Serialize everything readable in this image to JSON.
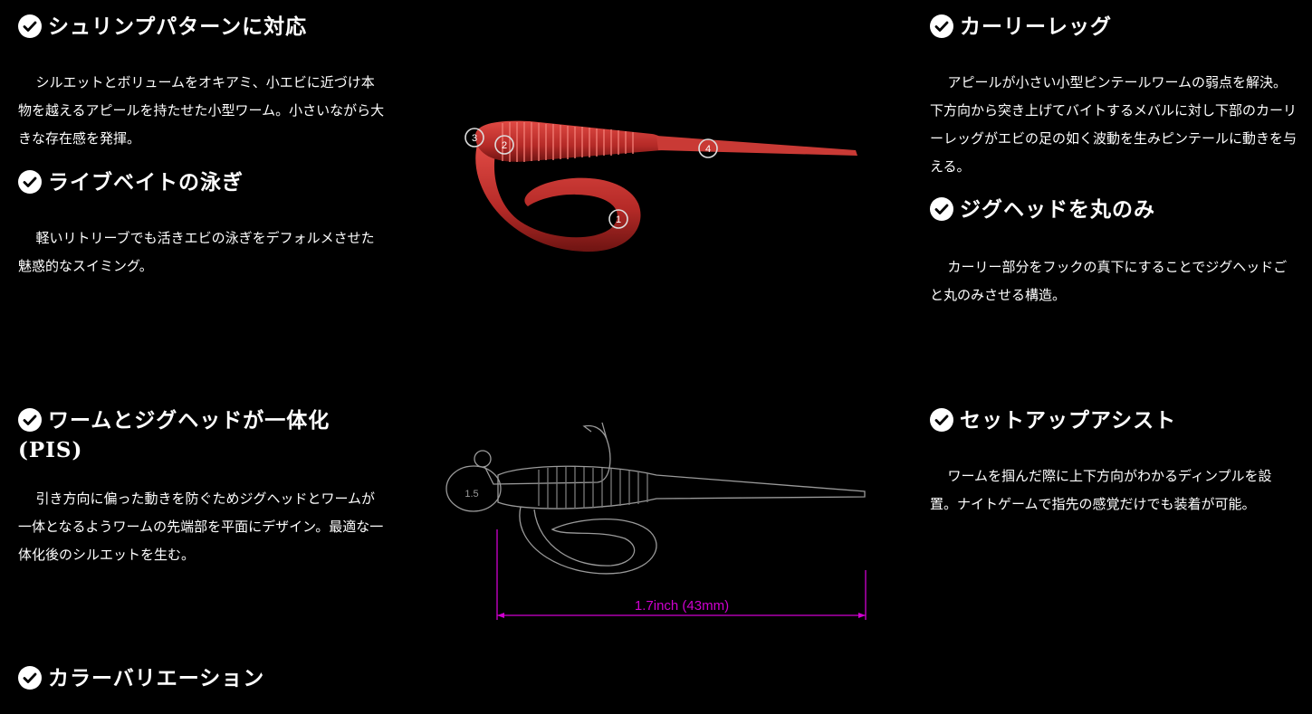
{
  "features": [
    {
      "title": "シュリンプパターンに対応",
      "text": "シルエットとボリュームをオキアミ、小エビに近づけ本物を越えるアピールを持たせた小型ワーム。小さいながら大きな存在感を発揮。"
    },
    {
      "title": "ライブベイトの泳ぎ",
      "text": "軽いリトリーブでも活きエビの泳ぎをデフォルメさせた魅惑的なスイミング。"
    },
    {
      "title": "ワームとジグヘッドが一体化(PIS)",
      "text": "引き方向に偏った動きを防ぐためジグヘッドとワームが一体となるようワームの先端部を平面にデザイン。最適な一体化後のシルエットを生む。"
    },
    {
      "title": "カラーバリエーション",
      "text": ""
    },
    {
      "title": "カーリーレッグ",
      "text": "アピールが小さい小型ピンテールワームの弱点を解決。下方向から突き上げてバイトするメバルに対し下部のカーリーレッグがエビの足の如く波動を生みピンテールに動きを与える。"
    },
    {
      "title": "ジグヘッドを丸のみ",
      "text": "カーリー部分をフックの真下にすることでジグヘッドごと丸のみさせる構造。"
    },
    {
      "title": "セットアップアシスト",
      "text": "ワームを掴んだ際に上下方向がわかるディンプルを設置。ナイトゲームで指先の感覚だけでも装着が可能。"
    }
  ],
  "figure": {
    "markers": [
      "1",
      "2",
      "3",
      "4"
    ],
    "dimension_label": "1.7inch (43mm)",
    "jighead_label": "1.5",
    "worm_color": "#c0302c",
    "dimension_color": "#d000d0"
  },
  "icons": {
    "check": "check-circle-icon"
  }
}
